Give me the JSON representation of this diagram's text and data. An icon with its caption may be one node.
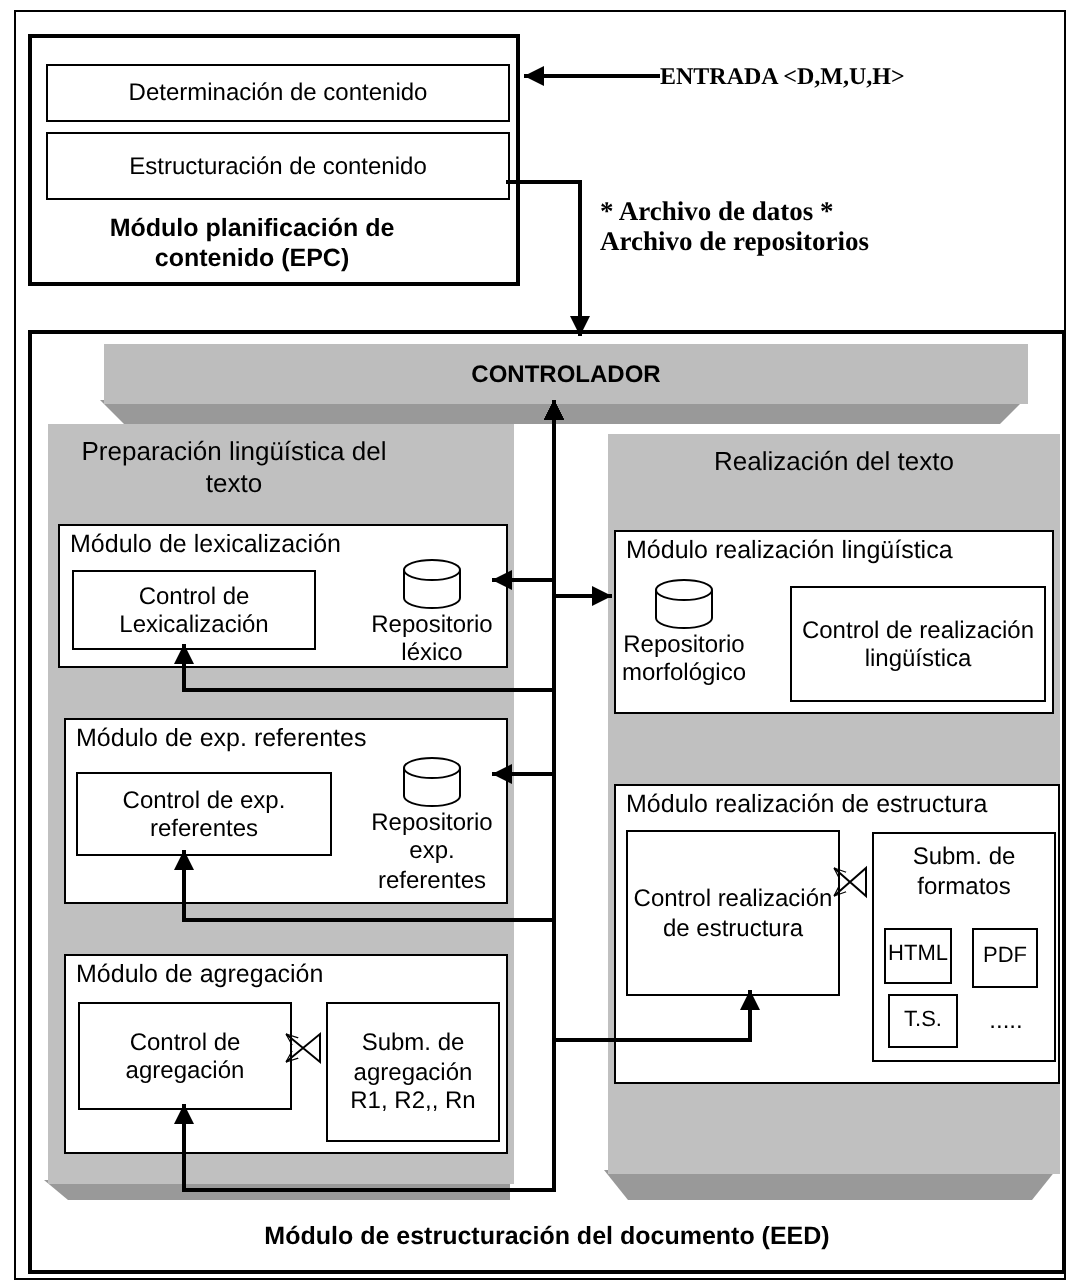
{
  "diagram": {
    "nodes": [
      {
        "text": [
          "Módulo planificación de contenido (EPC)"
        ]
      },
      {
        "text": [
          "Determinación de contenido"
        ],
        "in": 0
      },
      {
        "text": [
          "Estructuración de contenido"
        ],
        "in": 0
      },
      {
        "text": [
          "ENTRADA  <D,M,U,H>"
        ]
      },
      {
        "text": [
          "Módulo de estructuración del documento (EED)"
        ]
      },
      {
        "text": [
          "CONTROLADOR"
        ],
        "in": 4
      },
      {
        "text": [
          "Preparación lingüística del texto"
        ],
        "in": 4
      },
      {
        "text": [
          "Módulo de lexicalización"
        ],
        "in": 6
      },
      {
        "text": [
          "Control de Lexicalización"
        ],
        "in": 7
      },
      {
        "text": [
          "Repositorio léxico"
        ],
        "in": 7
      },
      {
        "text": [
          "Módulo de exp. referentes"
        ],
        "in": 6
      },
      {
        "text": [
          "Control de exp. referentes"
        ],
        "in": 10
      },
      {
        "text": [
          "Repositorio exp. referentes"
        ],
        "in": 10
      },
      {
        "text": [
          "Módulo de agregación"
        ],
        "in": 6
      },
      {
        "text": [
          "Control de agregación"
        ],
        "in": 13
      },
      {
        "text": [
          "Subm. de agregación R1, R2,, Rn"
        ],
        "in": 13
      },
      {
        "text": [
          "Realización del texto"
        ],
        "in": 4
      },
      {
        "text": [
          "Módulo realización lingüística"
        ],
        "in": 16
      },
      {
        "text": [
          "Repositorio morfológico"
        ],
        "in": 17
      },
      {
        "text": [
          "Control de realización lingüística"
        ],
        "in": 17
      },
      {
        "text": [
          "Módulo realización de estructura"
        ],
        "in": 16
      },
      {
        "text": [
          "Control realización de estructura"
        ],
        "in": 20
      },
      {
        "text": [
          "Subm. de formatos",
          "....."
        ],
        "in": 20
      },
      {
        "text": [
          "HTML"
        ],
        "in": 22
      },
      {
        "text": [
          "PDF"
        ],
        "in": 22
      },
      {
        "text": [
          "T.S."
        ],
        "in": 22
      }
    ],
    "edges": [
      {
        "from": 3,
        "to": 0,
        "arrow": "to"
      },
      {
        "from": 2,
        "to": 5,
        "arrow": "to",
        "label": "* Archivo de datos * Archivo de repositorios"
      },
      {
        "from": 5,
        "to": 9,
        "arrow": "both"
      },
      {
        "from": 5,
        "to": 18,
        "arrow": "both"
      },
      {
        "from": 5,
        "to": 8,
        "arrow": "both"
      },
      {
        "from": 5,
        "to": 12,
        "arrow": "both"
      },
      {
        "from": 5,
        "to": 11,
        "arrow": "both"
      },
      {
        "from": 5,
        "to": 21,
        "arrow": "both"
      },
      {
        "from": 5,
        "to": 14,
        "arrow": "both"
      },
      {
        "from": 14,
        "to": 15,
        "arrow": "both"
      },
      {
        "from": 21,
        "to": 22,
        "arrow": "both"
      }
    ]
  }
}
